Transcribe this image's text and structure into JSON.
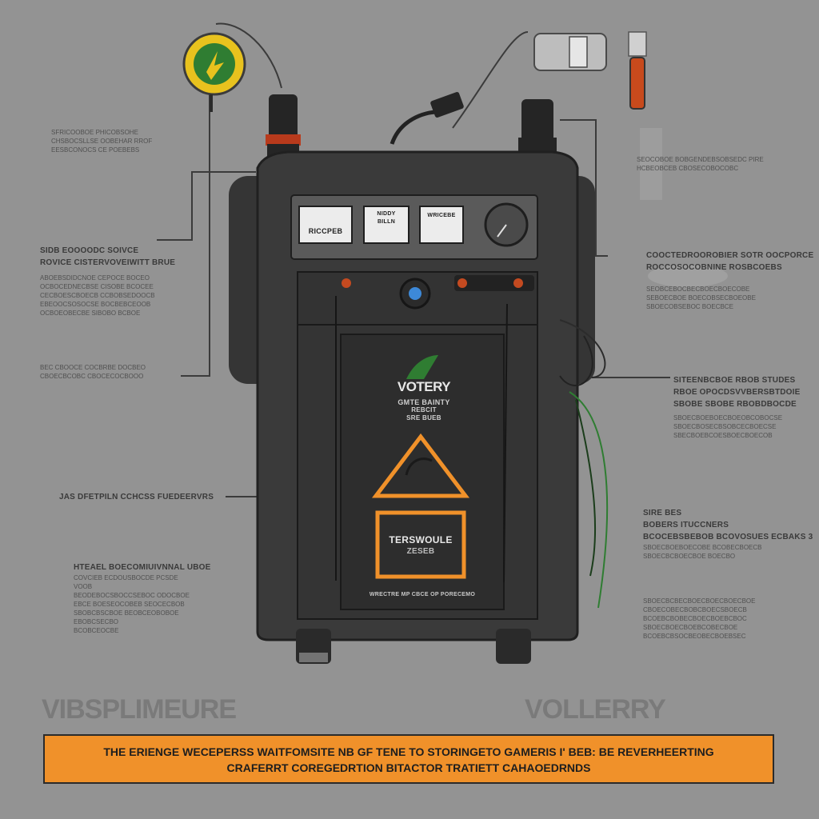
{
  "device": {
    "brand": "VOTERY",
    "brand_sub1": "GMTE BAINTY",
    "brand_sub2": "REBCIT",
    "brand_sub3": "SRE BUEB",
    "warning_label": "TERSWOULE",
    "warning_sub": "ZESEB",
    "footer_text": "WRECTRE MP CBCE OP PORECEMO",
    "display_left": "RICCPEB",
    "display_mid_1": "NIDDY",
    "display_mid_2": "BILLN",
    "display_right": "WRICEBE"
  },
  "callouts": {
    "left_top": {
      "lines": [
        "SFRICOOBOE PHICOBSOHE",
        "CHSBOCSLLSE OOBEHAR RROF",
        "EESBCONOCS CE POEBEBS"
      ]
    },
    "left_mid": {
      "head": "SIDB EOOOODC SOIVCE",
      "head2": "ROVICE CISTERVOVEIWITT BRUE",
      "lines": [
        "ABOEBSDIDCNOE CEPOCE BOCEO",
        "OCBOCEDNECBSE CISOBE BCOCEE",
        "CECBOESCBOECB CCBOBSEDOOCB",
        "EBEOOCSOSOCSE BOCBEBCEOOB",
        "OCBOEOBECBE SIBOBO BCBOE"
      ]
    },
    "left_low": {
      "lines": [
        "BEC CBOOCE COCBRBE DOCBEO",
        "CBOECBCOBC CBOCECOCBOOO"
      ]
    },
    "left_label": {
      "head": "JAS DFETPILN CCHCSS FUEDEERVRS"
    },
    "left_bottom": {
      "head": "HTEAEL BOECOMIUIVNNAL UBOE",
      "head2": "COVCIEB  ECDOUSBOCDE PCSDE",
      "lines": [
        "VOOB",
        "BEODEBOCSBOCCSEBOC ODOCBOE",
        "EBCE BOESEOCOBEB SEOCECBOB",
        "SBOBCBSCBOE BEOBCEOBOBOE",
        "EBOBCSECBO",
        "BCOBCEOCBE"
      ]
    },
    "right_top": {
      "lines": [
        "SEOCOBOE BOBGENDEBSOBSEDC PIRE",
        "HCBEOBCEB CBOSECOBOCOBC"
      ]
    },
    "right_upper_mid": {
      "head": "COOCTEDROOROBIER SOTR OOCPORCE",
      "head2": "ROCCOSOCOBNINE ROSBCOEBS",
      "lines": [
        "SEOBCEBOCBECBOECBOECOBE",
        "SEBOECBOE BOECOBSECBOEOBE",
        "SBOECOBSEBOC BOECBCE"
      ]
    },
    "right_mid": {
      "head": "SITEENBCBOE RBOB STUDES",
      "head2": "RBOE OPOCDSVVBERSBTDOIE",
      "head3": "SBOBE SBOBE RBOBDBOCDE",
      "lines": [
        "SBOECBOEBOECBOEOBCOBOCSE",
        "SBOECBOSECBSOBCECBOECSE",
        "SBECBOEBCOESBOECBOECOB"
      ]
    },
    "right_low": {
      "head": "SIRE BES",
      "head2": "BOBERS ITUCCNERS",
      "head3": "BCOCEBSBEBOB BCOVOSUES ECBAKS 3",
      "lines": [
        "SBOECBOEBOECOBE BCOBECBOECB",
        "SBOECBCBOECBOE BOECBO"
      ]
    },
    "right_bottom": {
      "lines": [
        "SBOECBCBECBOECBOECBOECBOE",
        "CBOECOBECBOBCBOECSBOECB",
        "BCOEBCBOBECBOECBOEBCBOC",
        "SBOECBOECBOEBCOBECBOE",
        "BCOEBCBSOCBEOBECBOEBSEC"
      ]
    }
  },
  "big_words": {
    "left": "VIBSPLIMEURE",
    "right": "VOLLERRY"
  },
  "banner": {
    "line1": "THE ERIENGE WECEPERSS WAITFOMSITE NB GF TENE TO STORINGETO GAMERIS I' BEB: BE REVERHEERTING",
    "line2": "CRAFERRT COREGEDRTION BITACTOR  TRATIETT CAHAOEDRNDS"
  },
  "colors": {
    "background": "#939393",
    "device_body": "#3a3a3a",
    "accent_orange": "#f0912a",
    "accent_green": "#2f7d32",
    "badge_yellow": "#e8c21e"
  }
}
